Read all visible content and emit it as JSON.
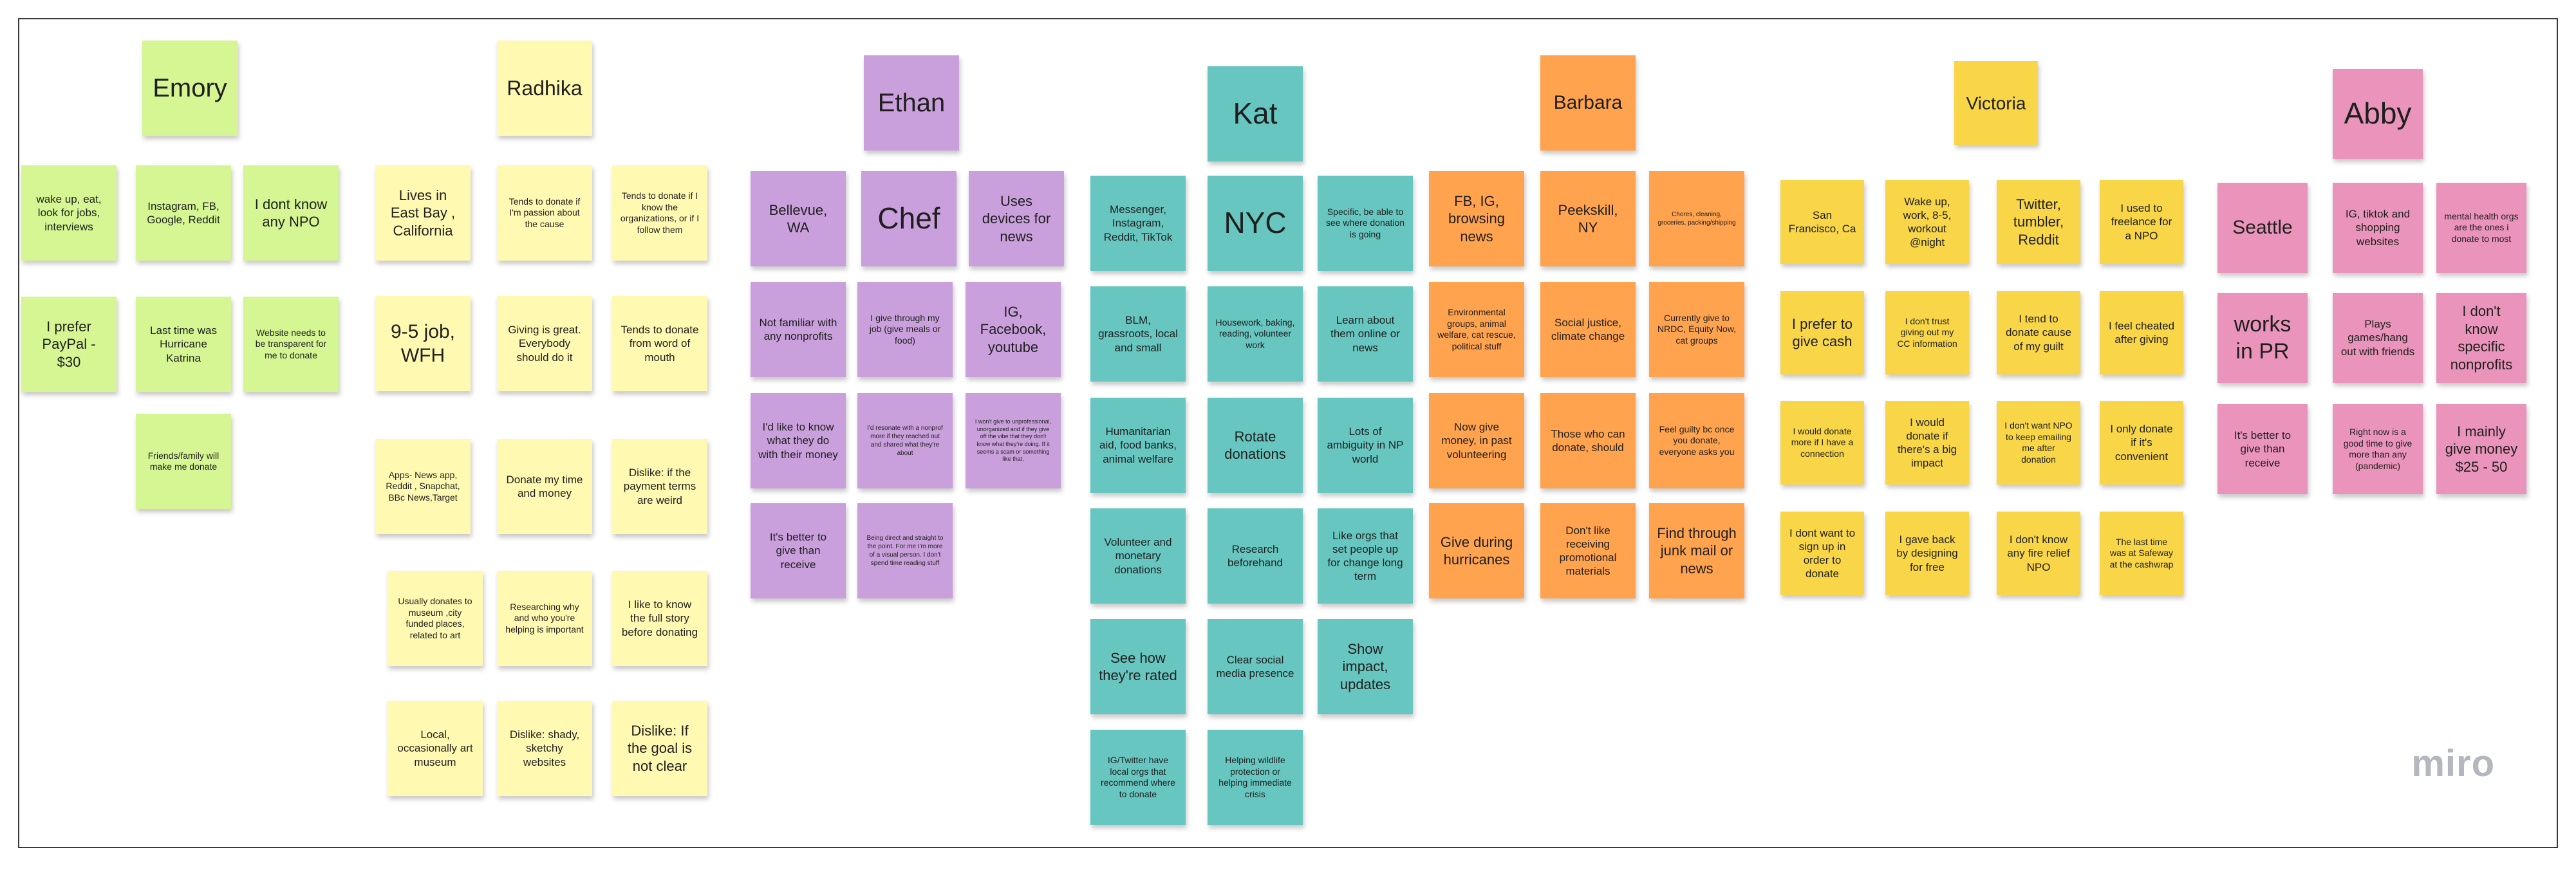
{
  "board": {
    "logo": "miro"
  },
  "colors": {
    "Emory": "#d5f692",
    "Radhika": "#fff9b1",
    "Ethan": "#c9a0dc",
    "Kat": "#67c6c0",
    "Barbara": "#ffa34f",
    "Victoria": "#f8d648",
    "Abby": "#ea94bb"
  },
  "headers": {
    "Emory": "Emory",
    "Radhika": "Radhika",
    "Ethan": "Ethan",
    "Kat": "Kat",
    "Barbara": "Barbara",
    "Victoria": "Victoria",
    "Abby": "Abby"
  },
  "notes": {
    "emory": [
      "wake up, eat, look for jobs, interviews",
      "Instagram, FB, Google, Reddit",
      "I dont know any NPO",
      "I prefer PayPal - $30",
      "Last time was Hurricane Katrina",
      "Website needs to be transparent for me to donate",
      "Friends/family will make me donate"
    ],
    "radhika": [
      "Lives in East Bay , California",
      "Tends to donate if I'm passion about the cause",
      "Tends to donate if I know the organizations, or if I follow them",
      "9-5 job, WFH",
      "Giving is great. Everybody should do it",
      "Tends to donate from word of mouth",
      "Apps- News app, Reddit , Snapchat, BBc News,Target",
      "Donate my time and money",
      "Dislike: if the payment terms are weird",
      "Usually donates to museum ,city funded places, related to art",
      "Researching why and who you're helping is important",
      "I like to know the full story before donating",
      "Local, occasionally art museum",
      "Dislike: shady, sketchy websites",
      "Dislike: If the goal is not clear"
    ],
    "ethan": [
      "Bellevue, WA",
      "Chef",
      "Uses devices for news",
      "Not familiar with any nonprofits",
      "I give through my job (give meals or food)",
      "IG, Facebook, youtube",
      "I'd like to know what they do with their money",
      "I'd resonate with a nonprof more if they reached out and shared what they're about",
      "I won't give to unprofessional, unorganized and if they give off the vibe that they don't know what they're doing. If it seems a scam or something like that.",
      "It's better to give than receive",
      "Being direct and straight to the point. For me I'm more of a visual person. I don't spend time reading stuff"
    ],
    "kat": [
      "Messenger, Instagram, Reddit, TikTok",
      "NYC",
      "Specific, be able to see where donation is going",
      "BLM, grassroots, local and small",
      "Housework, baking, reading, volunteer work",
      "Learn about them online or news",
      "Humanitarian aid, food banks, animal welfare",
      "Rotate donations",
      "Lots of ambiguity in NP world",
      "Volunteer and monetary donations",
      "Research beforehand",
      "Like orgs that set people up for change long term",
      "See how they're rated",
      "Clear social media presence",
      "Show impact, updates",
      "IG/Twitter have local orgs that recommend where to donate",
      "Helping wildlife protection or helping immediate crisis"
    ],
    "barbara": [
      "FB, IG, browsing news",
      "Peekskill, NY",
      "Chores, cleaning, groceries, packing/shipping",
      "Environmental groups, animal welfare, cat rescue, political stuff",
      "Social justice, climate change",
      "Currently give to NRDC, Equity Now, cat groups",
      "Now give money, in past volunteering",
      "Those who can donate, should",
      "Feel guilty bc once you donate, everyone asks you",
      "Give during hurricanes",
      "Don't like receiving promotional materials",
      "Find through junk mail or news"
    ],
    "victoria": [
      "San Francisco, Ca",
      "Wake up, work, 8-5, workout @night",
      "Twitter, tumbler, Reddit",
      "I used to freelance for a NPO",
      "I prefer to give cash",
      "I don't trust giving out my CC information",
      "I tend to donate cause of my guilt",
      "I feel cheated after giving",
      "I would donate more if I have a connection",
      "I would donate if there's a big impact",
      "I don't want NPO to keep emailing me after donation",
      "I only donate if it's convenient",
      "I dont want to sign up in order to donate",
      "I gave back by designing for free",
      "I don't know any fire relief NPO",
      "The last time was at Safeway at the cashwrap"
    ],
    "abby": [
      "Seattle",
      "IG, tiktok and shopping websites",
      "mental health orgs are the ones i donate to most",
      "works in PR",
      "Plays games/hang out with friends",
      "I don't know specific nonprofits",
      "It's better to give than receive",
      "Right now is a good time to give more than any (pandemic)",
      "I mainly give money $25 - 50"
    ]
  }
}
